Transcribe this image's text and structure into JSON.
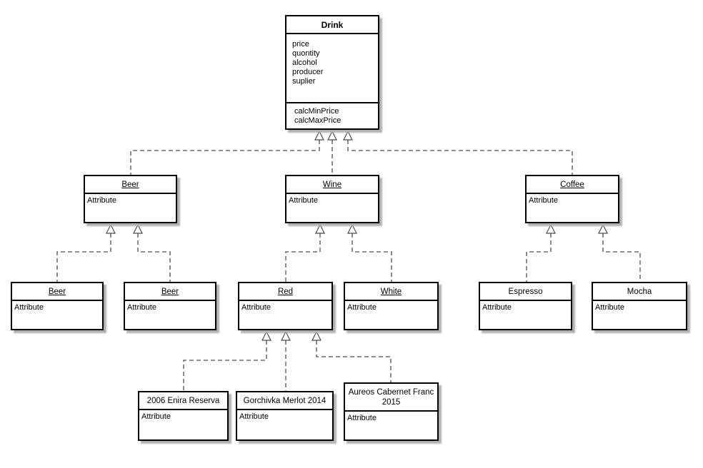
{
  "colors": {
    "box_border": "#000000",
    "box_fill": "#ffffff",
    "shadow": "#b0b0b0",
    "edge_line": "#4d4d4d",
    "background": "#ffffff"
  },
  "classes": {
    "drink": {
      "title": "Drink",
      "attributes": [
        "price",
        "quontity",
        "alcohol",
        "producer",
        "suplier"
      ],
      "methods": [
        "calcMinPrice",
        "calcMaxPrice"
      ]
    },
    "beer": {
      "title": "Beer",
      "attribute": "Attribute"
    },
    "wine": {
      "title": "Wine",
      "attribute": "Attribute"
    },
    "coffee": {
      "title": "Coffee",
      "attribute": "Attribute"
    },
    "beer_child_left": {
      "title": "Beer",
      "attribute": "Attribute"
    },
    "beer_child_right": {
      "title": "Beer",
      "attribute": "Attribute"
    },
    "red": {
      "title": "Red",
      "attribute": "Attribute"
    },
    "white": {
      "title": "White",
      "attribute": "Attribute"
    },
    "espresso": {
      "title": "Espresso",
      "attribute": "Attribute"
    },
    "mocha": {
      "title": "Mocha",
      "attribute": "Attribute"
    },
    "enira": {
      "title": "2006 Enira Reserva",
      "attribute": "Attribute"
    },
    "gorchivka": {
      "title": "Gorchivka Merlot 2014",
      "attribute": "Attribute"
    },
    "aureos": {
      "title": "Aureos Cabernet Franc 2015",
      "attribute": "Attribute"
    }
  }
}
